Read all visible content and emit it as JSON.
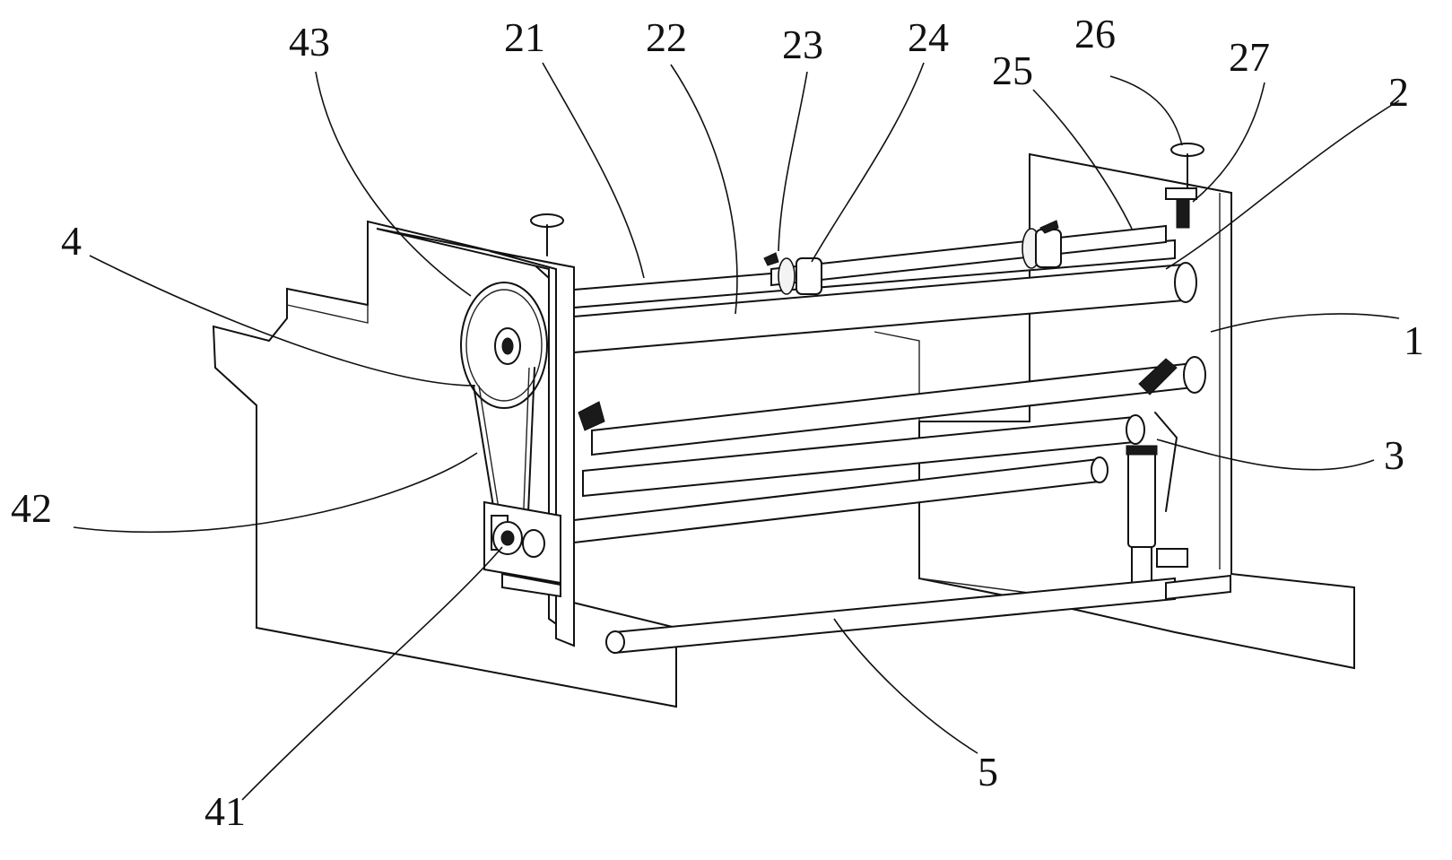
{
  "figure": {
    "callouts": [
      {
        "id": "43",
        "label": "43"
      },
      {
        "id": "21",
        "label": "21"
      },
      {
        "id": "22",
        "label": "22"
      },
      {
        "id": "23",
        "label": "23"
      },
      {
        "id": "24",
        "label": "24"
      },
      {
        "id": "25",
        "label": "25"
      },
      {
        "id": "26",
        "label": "26"
      },
      {
        "id": "27",
        "label": "27"
      },
      {
        "id": "2",
        "label": "2"
      },
      {
        "id": "4",
        "label": "4"
      },
      {
        "id": "1",
        "label": "1"
      },
      {
        "id": "3",
        "label": "3"
      },
      {
        "id": "42",
        "label": "42"
      },
      {
        "id": "41",
        "label": "41"
      },
      {
        "id": "5",
        "label": "5"
      }
    ],
    "colors": {
      "line": "#111111",
      "background": "#ffffff"
    }
  }
}
